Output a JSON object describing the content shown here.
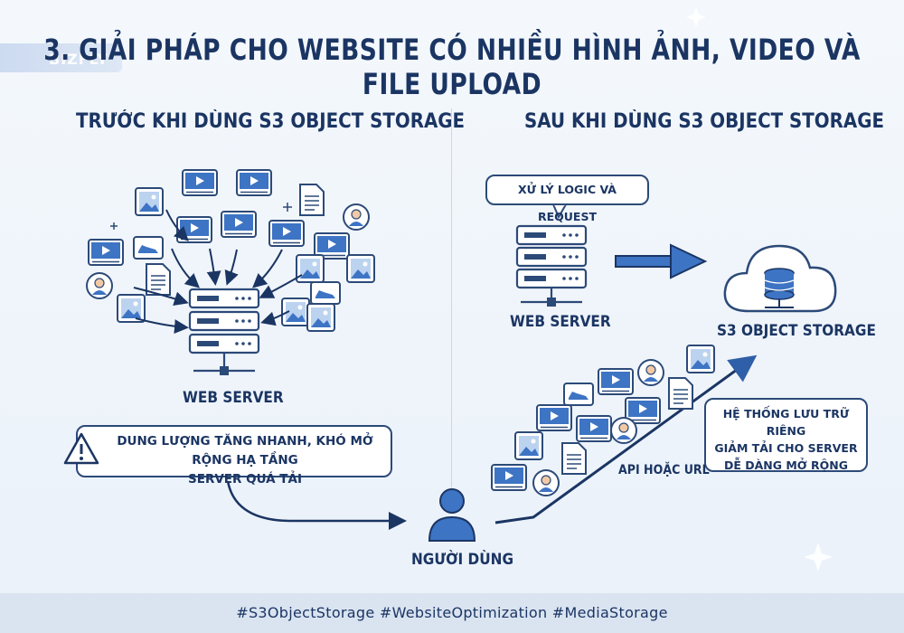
{
  "logo_text": "BIZFLY",
  "title": "3. GIẢI PHÁP CHO WEBSITE CÓ NHIỀU HÌNH ẢNH, VIDEO VÀ FILE UPLOAD",
  "before": {
    "heading": "TRƯỚC KHI DÙNG S3 OBJECT STORAGE",
    "server_label": "WEB SERVER",
    "warning_line1": "DUNG LƯỢNG TĂNG NHANH, KHÓ MỞ RỘNG HẠ TẦNG",
    "warning_line2": "SERVER QUÁ TẢI"
  },
  "after": {
    "heading": "SAU KHI DÙNG S3 OBJECT STORAGE",
    "logic_bubble": "XỬ LÝ LOGIC VÀ REQUEST",
    "server_label": "WEB SERVER",
    "storage_label": "S3 OBJECT STORAGE",
    "note_line1": "HỆ THỐNG LƯU TRỮ RIÊNG",
    "note_line2": "GIẢM TẢI CHO SERVER",
    "note_line3": "DỄ DÀNG MỞ RỘNG",
    "api_label": "API HOẶC URL"
  },
  "user_label": "NGƯỜI DÙNG",
  "footer": "#S3ObjectStorage #WebsiteOptimization #MediaStorage",
  "colors": {
    "navy": "#1b3563",
    "blue": "#3d74c4",
    "light_blue": "#a9c3e8",
    "bg": "#eef3fa"
  }
}
